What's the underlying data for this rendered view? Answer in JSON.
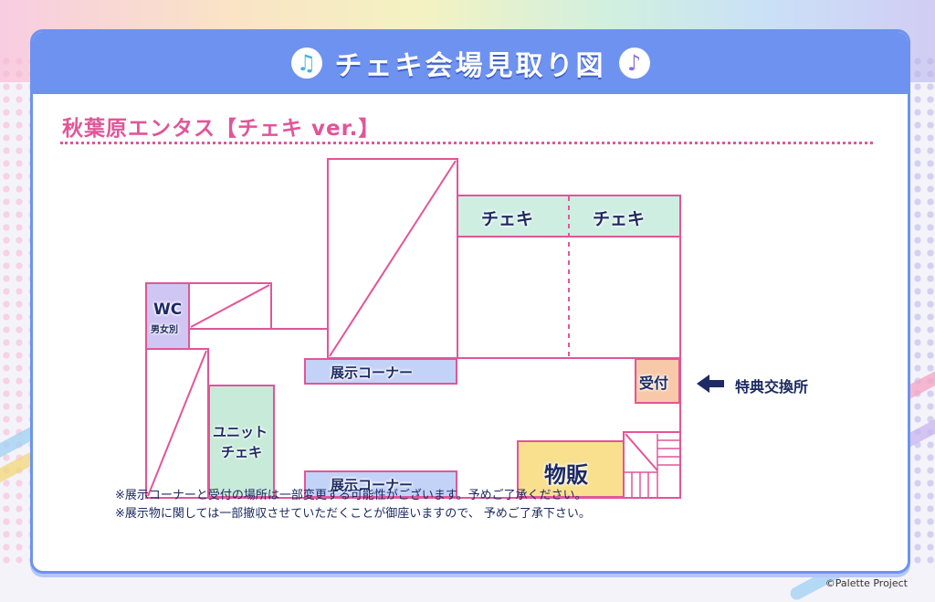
{
  "header": {
    "title": "チェキ会場見取り図",
    "left_icon": "music-note-icon",
    "right_icon": "music-note-icon"
  },
  "venue": {
    "title": "秋葉原エンタス【チェキ ver.】"
  },
  "map": {
    "cheki_left": "チェキ",
    "cheki_right": "チェキ",
    "wc": "WC",
    "wc_sub": "男女別",
    "exhibit_upper": "展示コーナー",
    "exhibit_lower": "展示コーナー",
    "unit_cheki_line1": "ユニット",
    "unit_cheki_line2": "チェキ",
    "reception": "受付",
    "goods": "物販",
    "arrow_icon": "left-arrow-icon",
    "bonus_exchange": "特典交換所"
  },
  "notes": [
    "※展示コーナーと受付の場所は一部変更する可能性がございます。予めご了承ください。",
    "※展示物に関しては一部撤収させていただくことが御座いますので、 予めご了承下さい。"
  ],
  "credit": "©Palette Project",
  "colors": {
    "primary_blue": "#6e92f0",
    "wall_pink": "#e25598",
    "cheki_green": "#cfeee2",
    "exhibit_blue": "#c3d2f7",
    "wc_purple": "#cfc6f3",
    "reception_orange": "#f8c9a8",
    "goods_yellow": "#f8e08e",
    "unit_green": "#c8ebd9"
  }
}
